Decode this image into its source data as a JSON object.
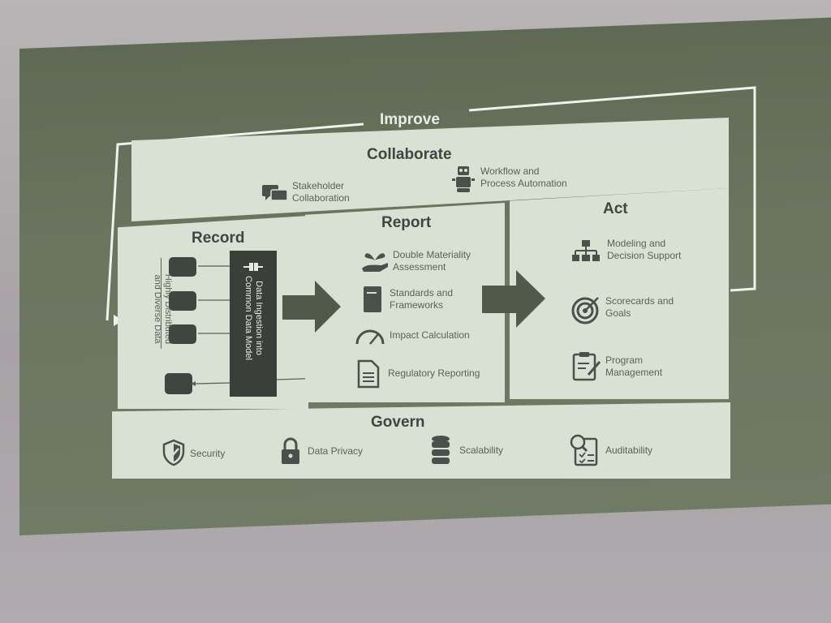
{
  "improve": {
    "label": "Improve"
  },
  "collaborate": {
    "title": "Collaborate",
    "items": [
      {
        "label": "Stakeholder\nCollaboration",
        "icon": "chat-bubbles-icon"
      },
      {
        "label": "Workflow and\nProcess Automation",
        "icon": "robot-icon"
      }
    ]
  },
  "record": {
    "title": "Record",
    "side_label": "Highly Distributed\nand Diverse Data",
    "ingest_label": "Data Ingestion into\nCommon Data Model"
  },
  "report": {
    "title": "Report",
    "items": [
      {
        "label": "Double Materiality\nAssessment",
        "icon": "plant-hand-icon"
      },
      {
        "label": "Standards and\nFrameworks",
        "icon": "book-icon"
      },
      {
        "label": "Impact Calculation",
        "icon": "gauge-icon"
      },
      {
        "label": "Regulatory Reporting",
        "icon": "document-icon"
      }
    ]
  },
  "act": {
    "title": "Act",
    "items": [
      {
        "label": "Modeling and\nDecision Support",
        "icon": "org-chart-icon"
      },
      {
        "label": "Scorecards and\nGoals",
        "icon": "target-icon"
      },
      {
        "label": "Program\nManagement",
        "icon": "clipboard-icon"
      }
    ]
  },
  "govern": {
    "title": "Govern",
    "items": [
      {
        "label": "Security",
        "icon": "shield-icon"
      },
      {
        "label": "Data Privacy",
        "icon": "lock-icon"
      },
      {
        "label": "Scalability",
        "icon": "database-icon"
      },
      {
        "label": "Auditability",
        "icon": "audit-icon"
      }
    ]
  },
  "colors": {
    "panel": "#d9e1d4",
    "dark": "#3b3f3a",
    "screen": "#6a7560"
  }
}
